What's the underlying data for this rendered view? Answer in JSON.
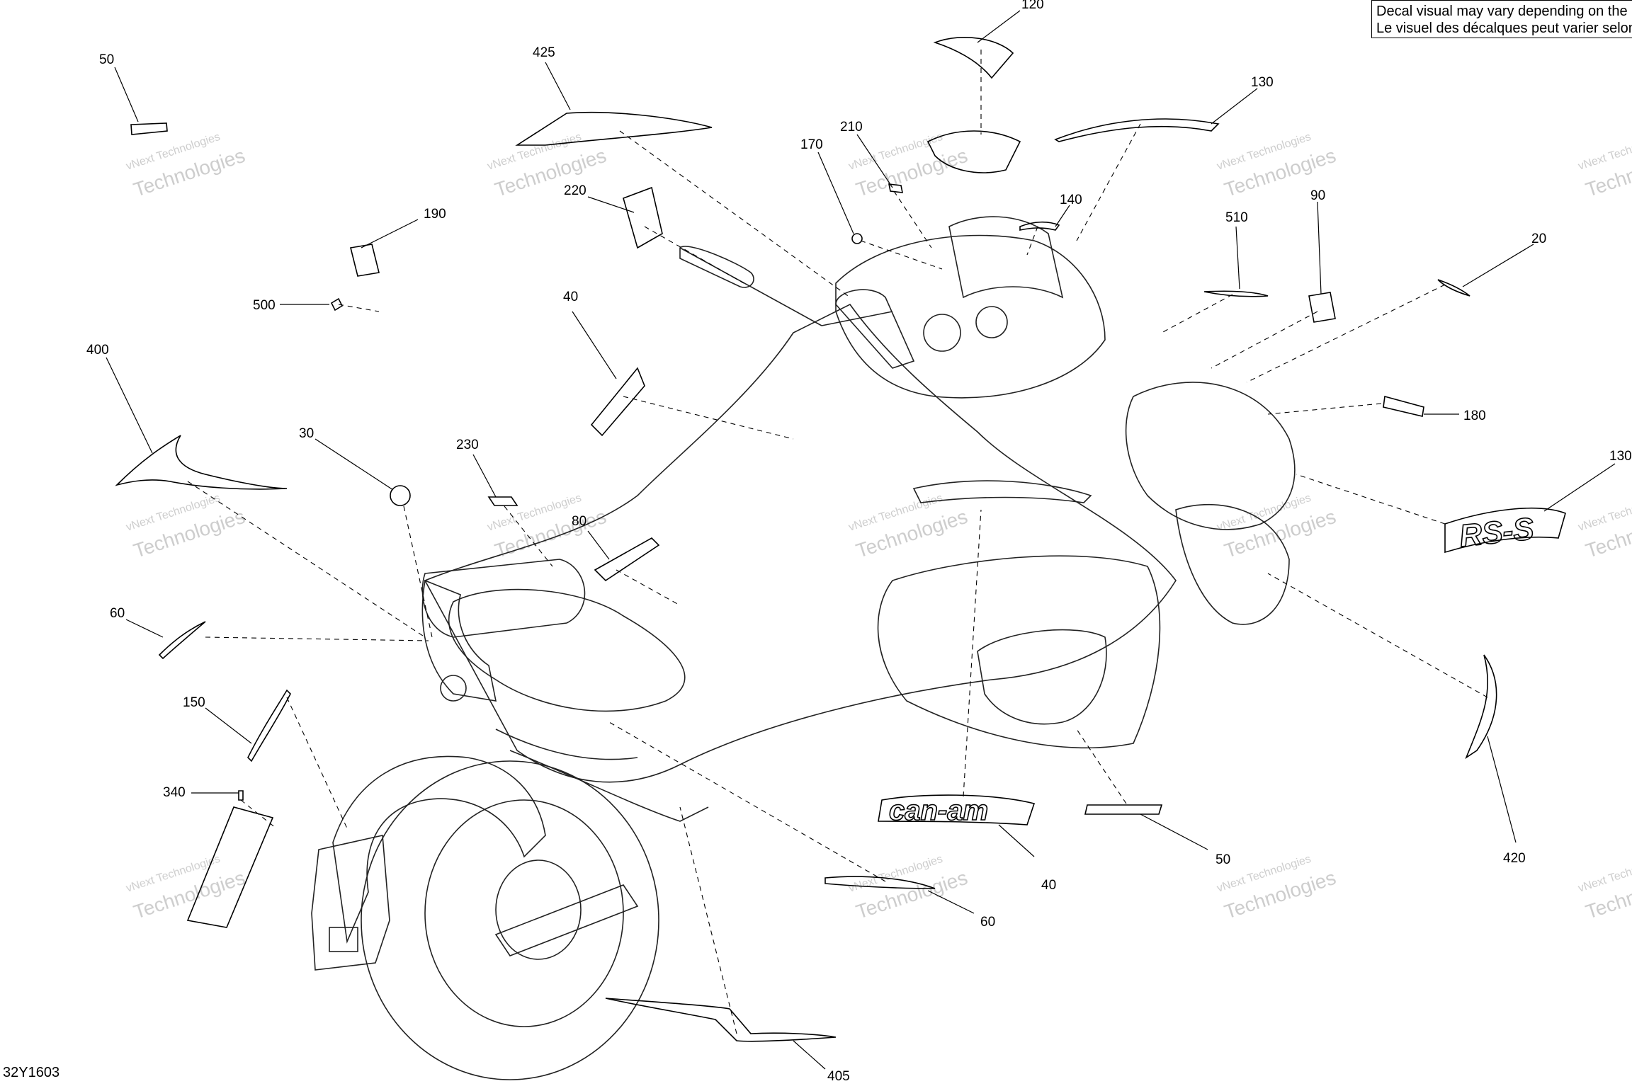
{
  "note": {
    "line1": "Decal visual may vary depending on the",
    "line2": "Le visuel des décalques peut varier selon"
  },
  "diagram_id": "32Y1603",
  "watermark": {
    "line1": "vNext Technologies",
    "line2": "Technologies"
  },
  "callouts": [
    "120",
    "50",
    "425",
    "130",
    "170",
    "210",
    "220",
    "140",
    "190",
    "90",
    "510",
    "20",
    "500",
    "40",
    "400",
    "180",
    "30",
    "230",
    "130",
    "80",
    "60",
    "150",
    "340",
    "40",
    "50",
    "420",
    "60",
    "405"
  ],
  "decal_text": {
    "canam": "can-am",
    "rss": "RS-S"
  }
}
